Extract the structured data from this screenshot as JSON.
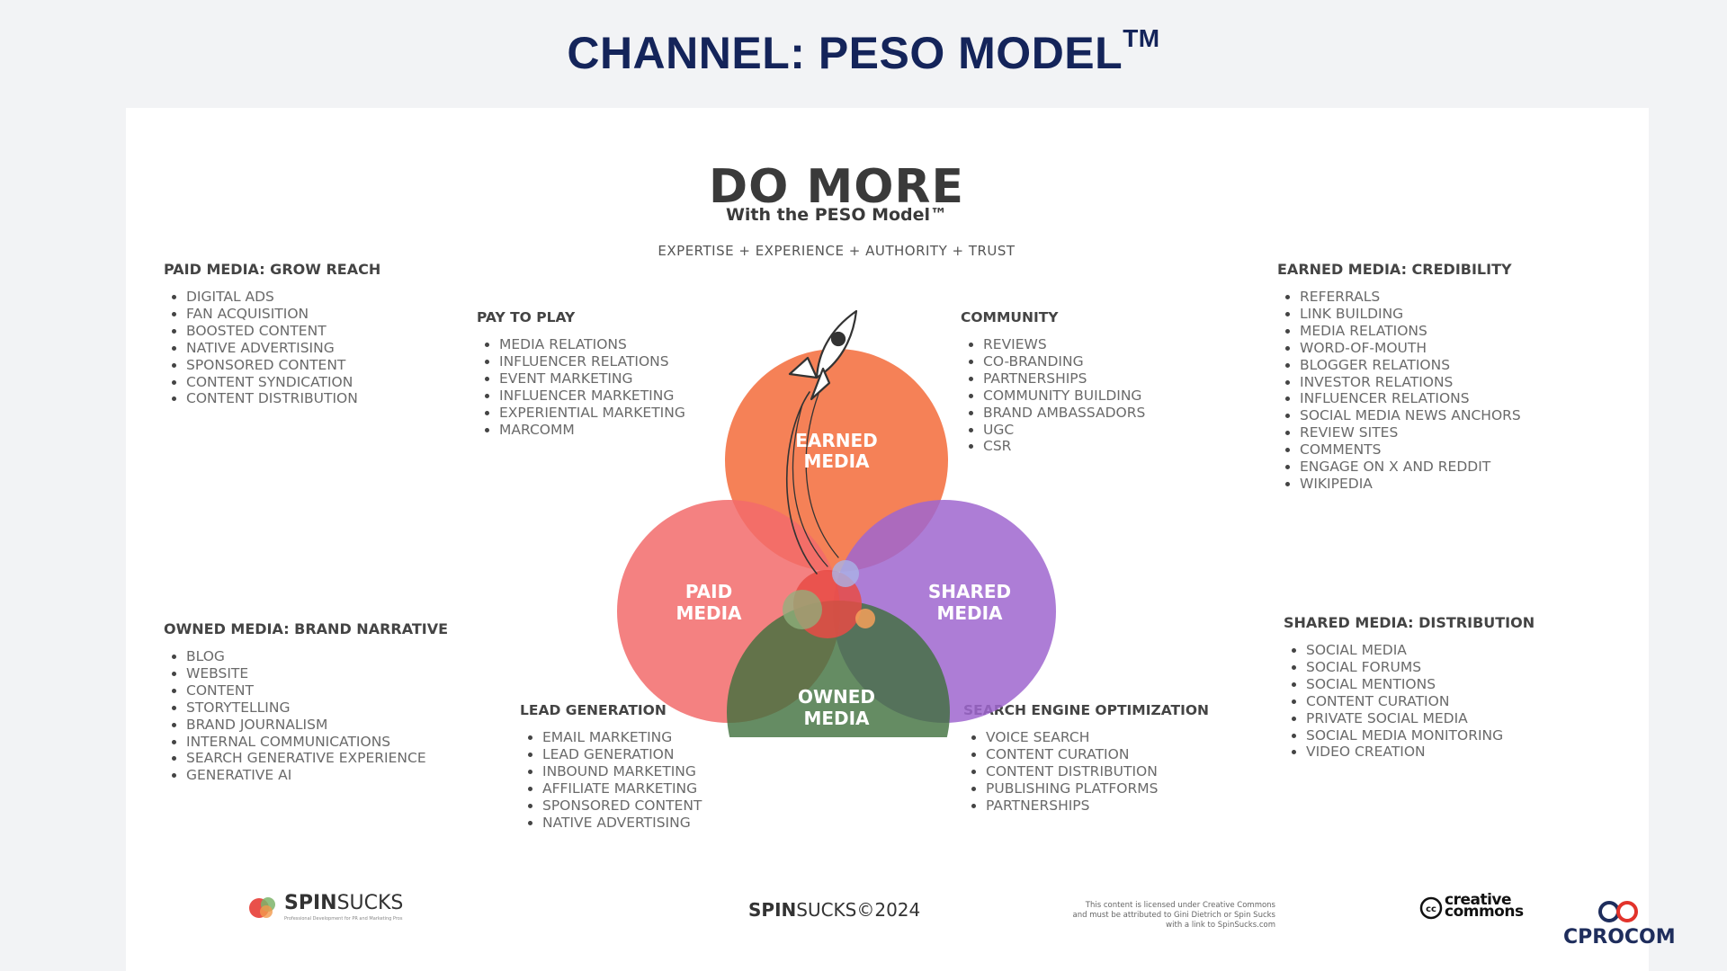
{
  "slide": {
    "title": "CHANNEL: PESO MODEL",
    "title_mark": "TM"
  },
  "card": {
    "headline": "DO MORE",
    "subheadline": "With the PESO Model™",
    "tagline": "EXPERTISE + EXPERIENCE + AUTHORITY + TRUST"
  },
  "corners": {
    "paid": {
      "title": "PAID MEDIA: GROW REACH",
      "items": [
        "DIGITAL ADS",
        "FAN ACQUISITION",
        "BOOSTED CONTENT",
        "NATIVE ADVERTISING",
        "SPONSORED CONTENT",
        "CONTENT SYNDICATION",
        "CONTENT DISTRIBUTION"
      ]
    },
    "earned": {
      "title": "EARNED MEDIA: CREDIBILITY",
      "items": [
        "REFERRALS",
        "LINK BUILDING",
        "MEDIA RELATIONS",
        "WORD-OF-MOUTH",
        "BLOGGER RELATIONS",
        "INVESTOR RELATIONS",
        "INFLUENCER RELATIONS",
        "SOCIAL MEDIA NEWS ANCHORS",
        "REVIEW SITES",
        "COMMENTS",
        "ENGAGE ON X AND REDDIT",
        "WIKIPEDIA"
      ]
    },
    "owned": {
      "title": "OWNED MEDIA: BRAND NARRATIVE",
      "items": [
        "BLOG",
        "WEBSITE",
        "CONTENT",
        "STORYTELLING",
        "BRAND JOURNALISM",
        "INTERNAL COMMUNICATIONS",
        "SEARCH GENERATIVE EXPERIENCE",
        "GENERATIVE AI"
      ]
    },
    "shared": {
      "title": "SHARED MEDIA: DISTRIBUTION",
      "items": [
        "SOCIAL MEDIA",
        "SOCIAL FORUMS",
        "SOCIAL MENTIONS",
        "CONTENT CURATION",
        "PRIVATE SOCIAL MEDIA",
        "SOCIAL MEDIA MONITORING",
        "VIDEO CREATION"
      ]
    }
  },
  "overlaps": {
    "pay_to_play": {
      "title": "PAY TO PLAY",
      "items": [
        "MEDIA RELATIONS",
        "INFLUENCER RELATIONS",
        "EVENT MARKETING",
        "INFLUENCER MARKETING",
        "EXPERIENTIAL MARKETING",
        "MARCOMM"
      ]
    },
    "community": {
      "title": "COMMUNITY",
      "items": [
        "REVIEWS",
        "CO-BRANDING",
        "PARTNERSHIPS",
        "COMMUNITY BUILDING",
        "BRAND AMBASSADORS",
        "UGC",
        "CSR"
      ]
    },
    "lead_generation": {
      "title": "LEAD GENERATION",
      "items": [
        "EMAIL MARKETING",
        "LEAD GENERATION",
        "INBOUND MARKETING",
        "AFFILIATE MARKETING",
        "SPONSORED CONTENT",
        "NATIVE ADVERTISING"
      ]
    },
    "seo": {
      "title": "SEARCH ENGINE OPTIMIZATION",
      "items": [
        "VOICE SEARCH",
        "CONTENT CURATION",
        "CONTENT DISTRIBUTION",
        "PUBLISHING PLATFORMS",
        "PARTNERSHIPS"
      ]
    }
  },
  "circles": {
    "earned": {
      "line1": "EARNED",
      "line2": "MEDIA",
      "color": "#f47a4e"
    },
    "paid": {
      "line1": "PAID",
      "line2": "MEDIA",
      "color": "#f26b6b"
    },
    "shared": {
      "line1": "SHARED",
      "line2": "MEDIA",
      "color": "#9f66cf"
    },
    "owned": {
      "line1": "OWNED",
      "line2": "MEDIA",
      "color": "#3f6f3c"
    }
  },
  "footer": {
    "logo_text_bold": "SPIN",
    "logo_text_rest": "SUCKS",
    "logo_sub": "Professional Development for PR and Marketing Pros",
    "center_bold": "SPIN",
    "center_rest": "SUCKS©2024",
    "license": "This content is licensed under Creative Commons and must be attributed to Gini Dietrich or Spin Sucks with a link to SpinSucks.com",
    "cc_line1": "creative",
    "cc_line2": "commons",
    "cprocom": "CPROCOM"
  }
}
